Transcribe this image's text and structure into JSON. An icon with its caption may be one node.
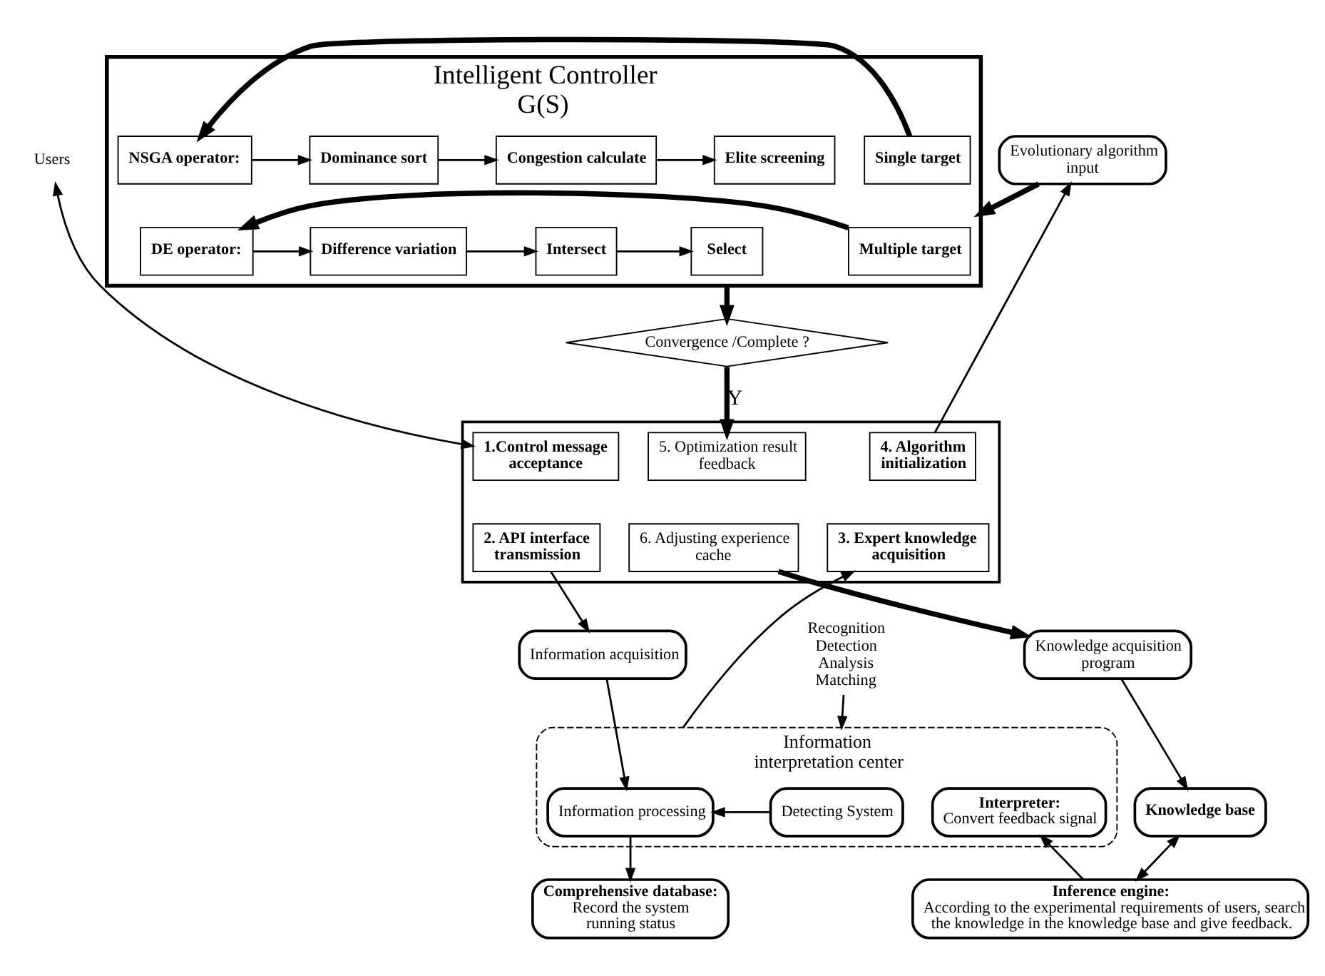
{
  "diagram": {
    "nodes": [
      {
        "text": [
          "Intelligent Controller G(S)"
        ]
      },
      {
        "text": [
          "Single target"
        ],
        "in": 0
      },
      {
        "text": [
          "NSGA operator:"
        ],
        "in": 0
      },
      {
        "text": [
          "Dominance sort"
        ],
        "in": 0
      },
      {
        "text": [
          "Congestion calculate"
        ],
        "in": 0
      },
      {
        "text": [
          "Elite screening"
        ],
        "in": 0
      },
      {
        "text": [
          "Multiple target"
        ],
        "in": 0
      },
      {
        "text": [
          "DE operator:"
        ],
        "in": 0
      },
      {
        "text": [
          "Difference variation"
        ],
        "in": 0
      },
      {
        "text": [
          "Intersect"
        ],
        "in": 0
      },
      {
        "text": [
          "Select"
        ],
        "in": 0
      },
      {
        "text": [
          "Convergence /Complete ?"
        ]
      },
      {
        "text": [
          "Users"
        ]
      },
      {
        "text": [
          "Evolutionary algorithm input"
        ]
      },
      {
        "text": [],
        "shape": "box"
      },
      {
        "text": [
          "1.Control message acceptance"
        ],
        "in": 14
      },
      {
        "text": [
          "4. Algorithm initialization"
        ],
        "in": 14
      },
      {
        "text": [
          "5. Optimization result feedback"
        ],
        "in": 14
      },
      {
        "text": [
          "2. API interface transmission"
        ],
        "in": 14
      },
      {
        "text": [
          "3. Expert knowledge acquisition"
        ],
        "in": 14
      },
      {
        "text": [
          "6. Adjusting experience cache"
        ],
        "in": 14
      },
      {
        "text": [
          "Information acquisition"
        ]
      },
      {
        "text": [
          "Information interpretation center"
        ]
      },
      {
        "text": [
          "Detecting System"
        ],
        "in": 22
      },
      {
        "text": [
          "Information processing"
        ],
        "in": 22
      },
      {
        "text": [
          "Interpreter:",
          "Convert feedback signal"
        ],
        "in": 22
      },
      {
        "text": [
          "Recognition Detection Analysis Matching"
        ]
      },
      {
        "text": [
          "Knowledge acquisition program"
        ]
      },
      {
        "text": [
          "Knowledge base"
        ]
      },
      {
        "text": [
          "Comprehensive database:",
          "Record the system running status"
        ]
      },
      {
        "text": [
          "Inference engine:",
          "According to the experimental requirements of users, search the knowledge in the knowledge base and give feedback."
        ]
      }
    ],
    "edges": [
      {
        "from": 1,
        "to": 2,
        "arrow": "to",
        "style": "thick"
      },
      {
        "from": 2,
        "to": 3,
        "arrow": "to"
      },
      {
        "from": 3,
        "to": 4,
        "arrow": "to"
      },
      {
        "from": 4,
        "to": 5,
        "arrow": "to"
      },
      {
        "from": 6,
        "to": 7,
        "arrow": "to",
        "style": "thick"
      },
      {
        "from": 7,
        "to": 8,
        "arrow": "to"
      },
      {
        "from": 8,
        "to": 9,
        "arrow": "to"
      },
      {
        "from": 9,
        "to": 10,
        "arrow": "to"
      },
      {
        "from": 13,
        "to": 0,
        "arrow": "to",
        "style": "thick"
      },
      {
        "from": 0,
        "to": 11,
        "arrow": "to",
        "style": "thick"
      },
      {
        "from": 11,
        "to": 17,
        "arrow": "to",
        "label": "Y",
        "style": "thick"
      },
      {
        "from": 12,
        "to": 15,
        "arrow": "both"
      },
      {
        "from": 16,
        "to": 13,
        "arrow": "to"
      },
      {
        "from": 18,
        "to": 21,
        "arrow": "to"
      },
      {
        "from": 21,
        "to": 24,
        "arrow": "to"
      },
      {
        "from": 26,
        "to": 22,
        "arrow": "to"
      },
      {
        "from": 23,
        "to": 24,
        "arrow": "to"
      },
      {
        "from": 24,
        "to": 29,
        "arrow": "to"
      },
      {
        "from": 30,
        "to": 25,
        "arrow": "to"
      },
      {
        "from": 22,
        "to": 19,
        "arrow": "to"
      },
      {
        "from": 20,
        "to": 27,
        "arrow": "to",
        "style": "thick"
      },
      {
        "from": 27,
        "to": 28,
        "arrow": "to"
      },
      {
        "from": 28,
        "to": 30,
        "arrow": "both"
      }
    ]
  }
}
